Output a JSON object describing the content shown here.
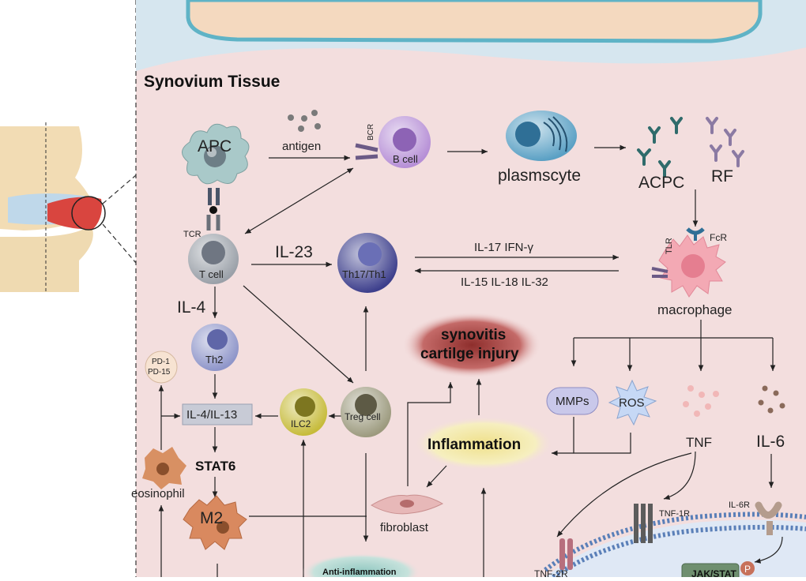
{
  "title": "Synovium Tissue",
  "labels": {
    "apc": "APC",
    "antigen": "antigen",
    "bcr": "BCR",
    "b_cell": "B cell",
    "plasmscyte": "plasmscyte",
    "acpc": "ACPC",
    "rf": "RF",
    "tcr": "TCR",
    "t_cell": "T cell",
    "il23": "IL-23",
    "th17": "Th17/Th1",
    "il17_ifn": "IL-17   IFN-γ",
    "il15_18_32": "IL-15  IL-18  IL-32",
    "tlr": "TLR",
    "fcr": "FcR",
    "macrophage": "macrophage",
    "il4": "IL-4",
    "th2": "Th2",
    "pd1": "PD-1",
    "pd15": "PD-15",
    "il4_il13": "IL-4/IL-13",
    "ilc2": "ILC2",
    "treg": "Treg  cell",
    "synovitis_1": "synovitis",
    "synovitis_2": "cartilge injury",
    "mmps": "MMPs",
    "ros": "ROS",
    "inflammation": "Inflammation",
    "tnf": "TNF",
    "il6": "IL-6",
    "stat6": "STAT6",
    "eosinophil": "eosinophil",
    "m2": "M2",
    "fibroblast": "fibroblast",
    "tnf1r": "TNF-1R",
    "tnf2r": "TNF-2R",
    "il6r": "IL-6R",
    "anti_inflammation": "Anti-inflammation",
    "jak_stat": "JAK/STAT",
    "p": "P"
  },
  "colors": {
    "tissue_bg": "#f2dede",
    "apc": "#a9c9c9",
    "b_cell": "#b68fd6",
    "th17": "#3d3f8c",
    "t_cell": "#9aa0a8",
    "th2": "#8e95c9",
    "ilc2": "#c6bb3a",
    "treg": "#9c9a7e",
    "macrophage": "#f3a9b4",
    "m2": "#d9895f",
    "eosinophil": "#d89063",
    "synovitis": "#b84a48",
    "inflammation": "#f3e7a0"
  }
}
